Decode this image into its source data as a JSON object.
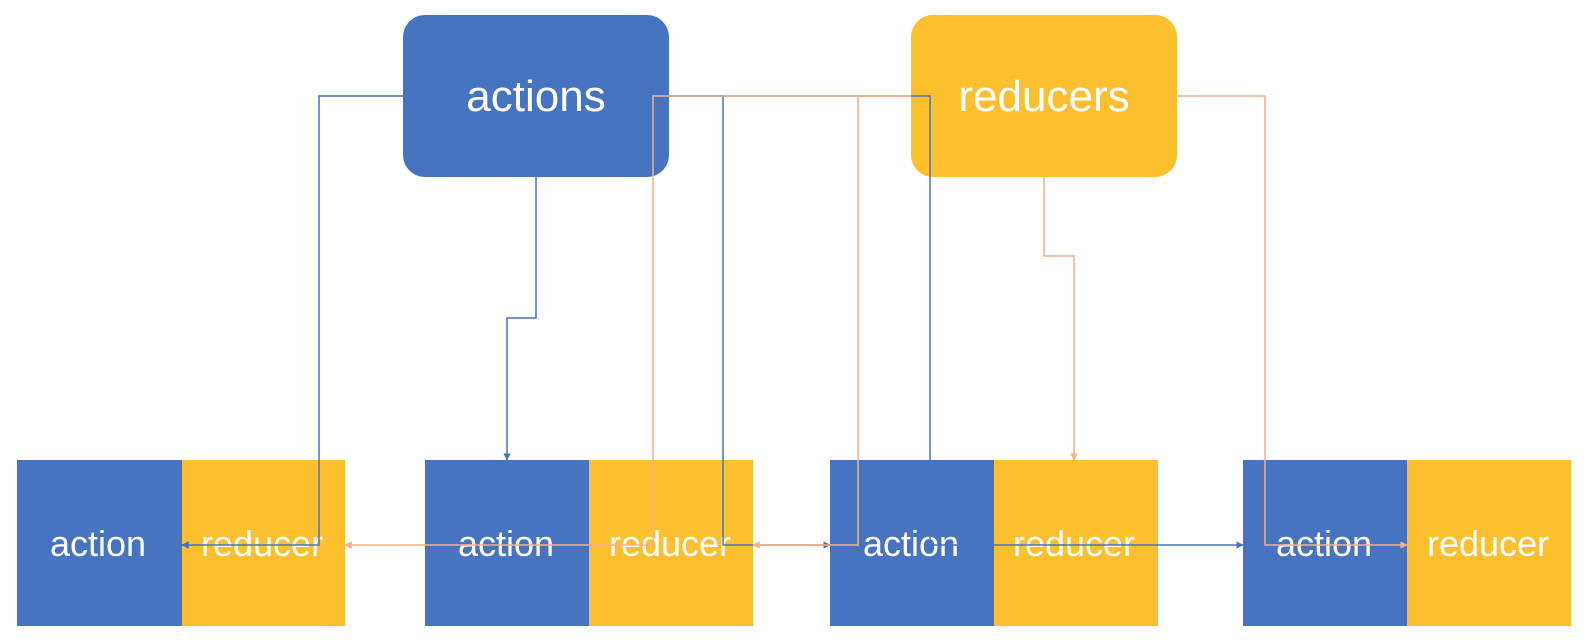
{
  "colors": {
    "action_blue": "#4674C1",
    "reducer_yellow": "#FCBF2D",
    "blue_line": "#4674C1",
    "orange_line": "#F4B183",
    "text": "#FFFFFF"
  },
  "top_nodes": {
    "actions": {
      "label": "actions"
    },
    "reducers": {
      "label": "reducers"
    }
  },
  "modules": [
    {
      "action_label": "action",
      "reducer_label": "reducer"
    },
    {
      "action_label": "action",
      "reducer_label": "reducer"
    },
    {
      "action_label": "action",
      "reducer_label": "reducer"
    },
    {
      "action_label": "action",
      "reducer_label": "reducer"
    }
  ]
}
